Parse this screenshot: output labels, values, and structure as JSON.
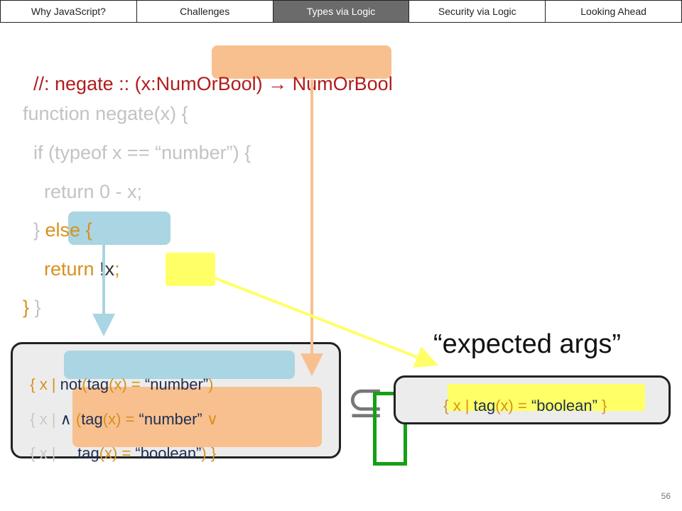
{
  "nav": {
    "tabs": [
      {
        "label": "Why JavaScript?",
        "active": false
      },
      {
        "label": "Challenges",
        "active": false
      },
      {
        "label": "Types via Logic",
        "active": true
      },
      {
        "label": "Security via Logic",
        "active": false
      },
      {
        "label": "Looking Ahead",
        "active": false
      }
    ]
  },
  "annotation": {
    "prefix": "//: negate :: (x:",
    "arg_type": "NumOrBool",
    "close": ") ",
    "arrow": "→",
    "ret_type": " NumOrBool"
  },
  "code": {
    "line1": "function negate(x) {",
    "line2": "  if (typeof x == “number”) {",
    "line3": "    return 0 - x;",
    "line4_brace": "  } ",
    "line4_else": "else {",
    "line5_return": "    return ",
    "line5_expr": "!x",
    "line5_semi": ";",
    "line6_brace1": "}",
    "line6_brace2": " }"
  },
  "left_box": {
    "line1": {
      "open": "{ x | ",
      "not": "not",
      "p1": "(",
      "tag": "tag",
      "p2": "(x)",
      "eq": " = ",
      "str": "“number”",
      "close": ")"
    },
    "line2": {
      "open": "{ x | ",
      "and": "∧ ",
      "p1": "(",
      "tag": "tag",
      "p2": "(x)",
      "eq": " = ",
      "str": "“number”",
      "or": " ∨"
    },
    "line3": {
      "open": "{ x | ",
      "pad": "    ",
      "tag": "tag",
      "p2": "(x)",
      "eq": " = ",
      "str": "“boolean”",
      "close": ") }"
    }
  },
  "expected_label": "“expected args”",
  "right_box": {
    "open": "{ x | ",
    "tag": "tag",
    "p2": "(x)",
    "eq": " = ",
    "str": "“boolean”",
    "close": " }"
  },
  "subset_symbol": "⊆",
  "page_number": "56",
  "colors": {
    "orange_highlight": "#f8c08e",
    "blue_highlight": "#aad5e2",
    "yellow_highlight": "#ffff66",
    "check_green": "#14a014"
  }
}
